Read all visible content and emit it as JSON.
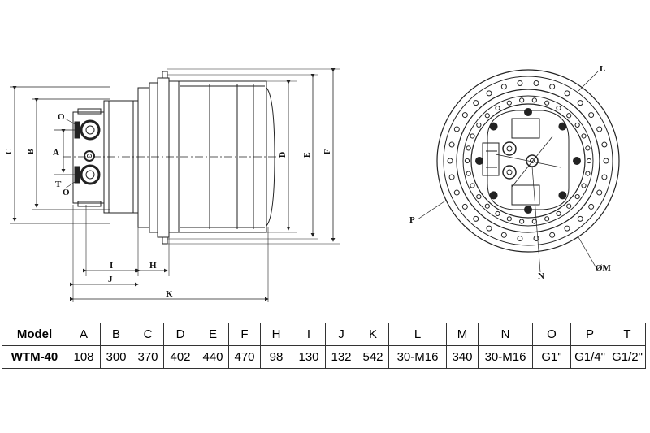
{
  "drawing": {
    "side_labels": {
      "O_top": "O",
      "A": "A",
      "T": "T",
      "O_bottom": "O",
      "C": "C",
      "B": "B",
      "D": "D",
      "E": "E",
      "F": "F",
      "I": "I",
      "H": "H",
      "J": "J",
      "K": "K"
    },
    "front_labels": {
      "L": "L",
      "P": "P",
      "N": "N",
      "M": "ØM"
    }
  },
  "table": {
    "headers": [
      "Model",
      "A",
      "B",
      "C",
      "D",
      "E",
      "F",
      "H",
      "I",
      "J",
      "K",
      "L",
      "M",
      "N",
      "O",
      "P",
      "T"
    ],
    "rows": [
      [
        "WTM-40",
        "108",
        "300",
        "370",
        "402",
        "440",
        "470",
        "98",
        "130",
        "132",
        "542",
        "30-M16",
        "340",
        "30-M16",
        "G1\"",
        "G1/4\"",
        "G1/2\""
      ]
    ]
  }
}
